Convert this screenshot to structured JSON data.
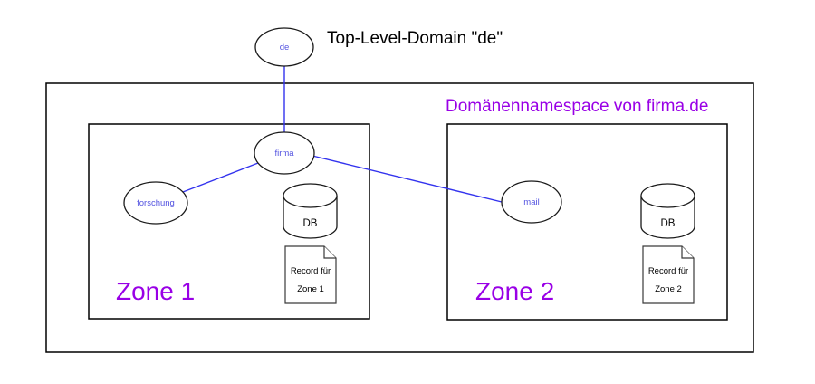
{
  "diagram": {
    "title": "Top-Level-Domain \"de\"",
    "namespace_label": "Domänennamespace von firma.de",
    "nodes": [
      {
        "id": "de",
        "label": "de"
      },
      {
        "id": "firma",
        "label": "firma"
      },
      {
        "id": "forschung",
        "label": "forschung"
      },
      {
        "id": "mail",
        "label": "mail"
      }
    ],
    "edges": [
      {
        "from": "de",
        "to": "firma"
      },
      {
        "from": "firma",
        "to": "forschung"
      },
      {
        "from": "firma",
        "to": "mail"
      }
    ],
    "zones": [
      {
        "label": "Zone 1",
        "db_label": "DB",
        "record": [
          "Record für",
          "Zone 1"
        ]
      },
      {
        "label": "Zone 2",
        "db_label": "DB",
        "record": [
          "Record für",
          "Zone 2"
        ]
      }
    ],
    "colors": {
      "edge_blue": "#3333ee",
      "node_label_blue": "#5353e0",
      "purple": "#9900e6",
      "outline_black": "#000000"
    }
  }
}
